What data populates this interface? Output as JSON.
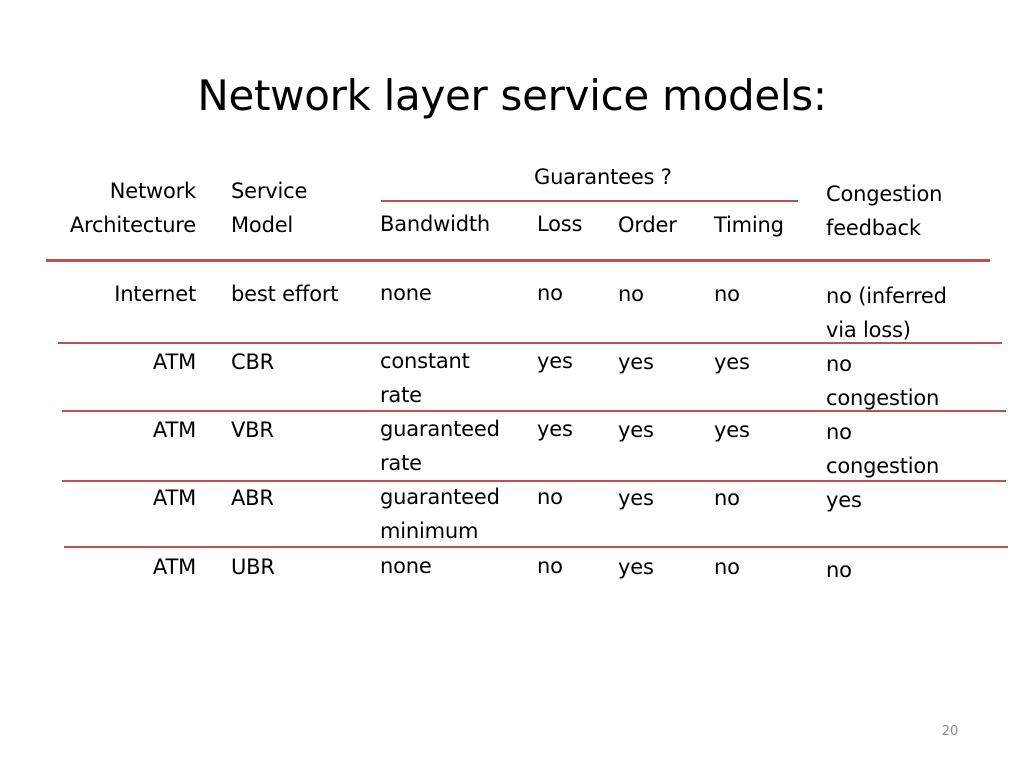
{
  "title": "Network layer service models:",
  "page_number": "20",
  "header": {
    "network_architecture": "Network\nArchitecture",
    "service_model": "Service\nModel",
    "guarantees": "Guarantees ?",
    "bandwidth": "Bandwidth",
    "loss": "Loss",
    "order": "Order",
    "timing": "Timing",
    "congestion_feedback": "Congestion\nfeedback"
  },
  "rows": [
    {
      "arch": "Internet",
      "model": "best effort",
      "bandwidth": "none",
      "loss": "no",
      "order": "no",
      "timing": "no",
      "congestion": "no (inferred\nvia loss)"
    },
    {
      "arch": "ATM",
      "model": "CBR",
      "bandwidth": "constant\nrate",
      "loss": "yes",
      "order": "yes",
      "timing": "yes",
      "congestion": "no\ncongestion"
    },
    {
      "arch": "ATM",
      "model": "VBR",
      "bandwidth": "guaranteed\nrate",
      "loss": "yes",
      "order": "yes",
      "timing": "yes",
      "congestion": "no\ncongestion"
    },
    {
      "arch": "ATM",
      "model": "ABR",
      "bandwidth": "guaranteed\nminimum",
      "loss": "no",
      "order": "yes",
      "timing": "no",
      "congestion": "yes"
    },
    {
      "arch": "ATM",
      "model": "UBR",
      "bandwidth": "none",
      "loss": "no",
      "order": "yes",
      "timing": "no",
      "congestion": "no"
    }
  ],
  "colors": {
    "rule": "#c0504d"
  }
}
